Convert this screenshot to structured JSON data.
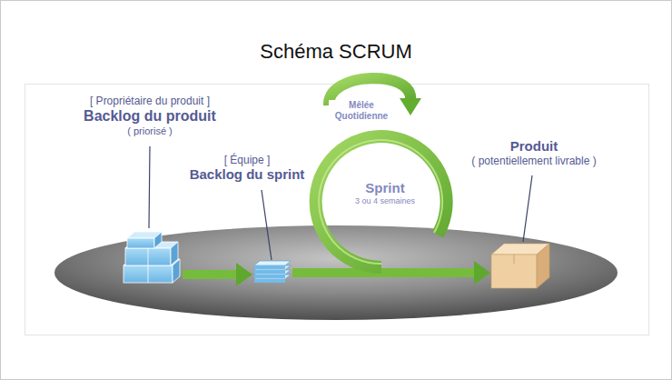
{
  "diagram": {
    "title": "Schéma SCRUM",
    "nodes": [
      {
        "text": [
          "[ Propriétaire du produit ]",
          "Backlog du produit",
          "( priorisé )"
        ]
      },
      {
        "text": [
          "[ Équipe ]",
          "Backlog du sprint"
        ]
      },
      {
        "text": [
          "Sprint",
          "3 ou 4 semaines"
        ]
      },
      {
        "text": [
          "Produit",
          "( potentiellement livrable )"
        ]
      }
    ],
    "edges": [
      {
        "from": 0,
        "to": 1,
        "arrow": "to"
      },
      {
        "from": 1,
        "to": 2,
        "arrow": "none"
      },
      {
        "from": 2,
        "to": 3,
        "arrow": "to"
      }
    ],
    "labels": [
      "Mêlée Quotidienne"
    ]
  }
}
